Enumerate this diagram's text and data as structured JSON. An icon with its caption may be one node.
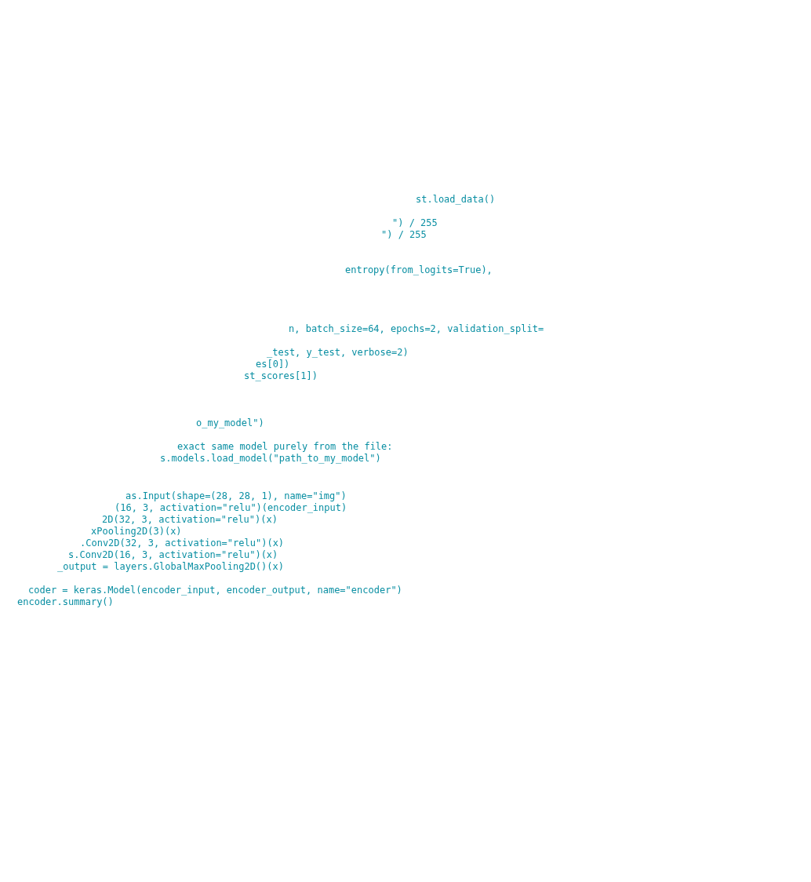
{
  "diagram": {
    "labels": [
      "st.load_data()",
      "\") / 255",
      "\") / 255",
      "entropy(from_logits=True),",
      "n, batch_size=64, epochs=2, validation_split=",
      "_test, y_test, verbose=2)",
      "es[0])",
      "st_scores[1])",
      "o_my_model\")",
      "exact same model purely from the file:",
      "s.models.load_model(\"path_to_my_model\")",
      "as.Input(shape=(28, 28, 1), name=\"img\")",
      "(16, 3, activation=\"relu\")(encoder_input)",
      "2D(32, 3, activation=\"relu\")(x)",
      "xPooling2D(3)(x)",
      ".Conv2D(32, 3, activation=\"relu\")(x)",
      "s.Conv2D(16, 3, activation=\"relu\")(x)",
      "_output = layers.GlobalMaxPooling2D()(x)",
      "coder = keras.Model(encoder_input, encoder_output, name=\"encoder\")",
      "encoder.summary()"
    ]
  }
}
